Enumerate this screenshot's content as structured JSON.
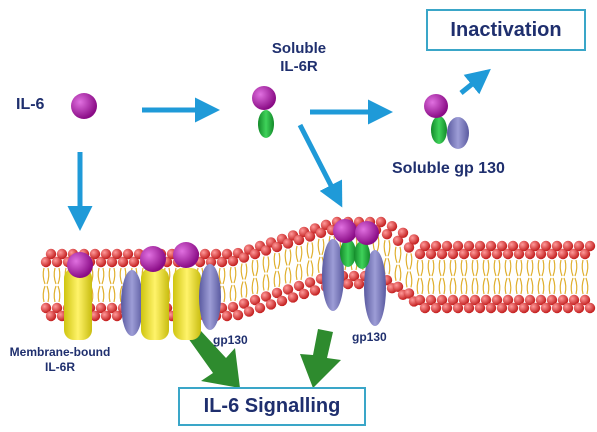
{
  "labels": {
    "il6": "IL-6",
    "soluble_il6r": "Soluble\nIL-6R",
    "inactivation": "Inactivation",
    "soluble_gp130": "Soluble gp 130",
    "membrane_bound": "Membrane-bound\nIL-6R",
    "gp130_left": "gp130",
    "gp130_right": "gp130",
    "signalling": "IL-6 Signalling"
  },
  "colors": {
    "il6_ligand": "#a0149a",
    "il6r_soluble": "#1fae3a",
    "gp130": "#7b7bb8",
    "membrane_receptor": "#e6dc1a",
    "lipid_head": "#d93a3a",
    "lipid_tail": "#e0b030",
    "flow_arrow": "#1f9ad8",
    "signal_arrow": "#2e8b2e",
    "label_text": "#1f2f6e",
    "box_border": "#3aa6c8"
  }
}
